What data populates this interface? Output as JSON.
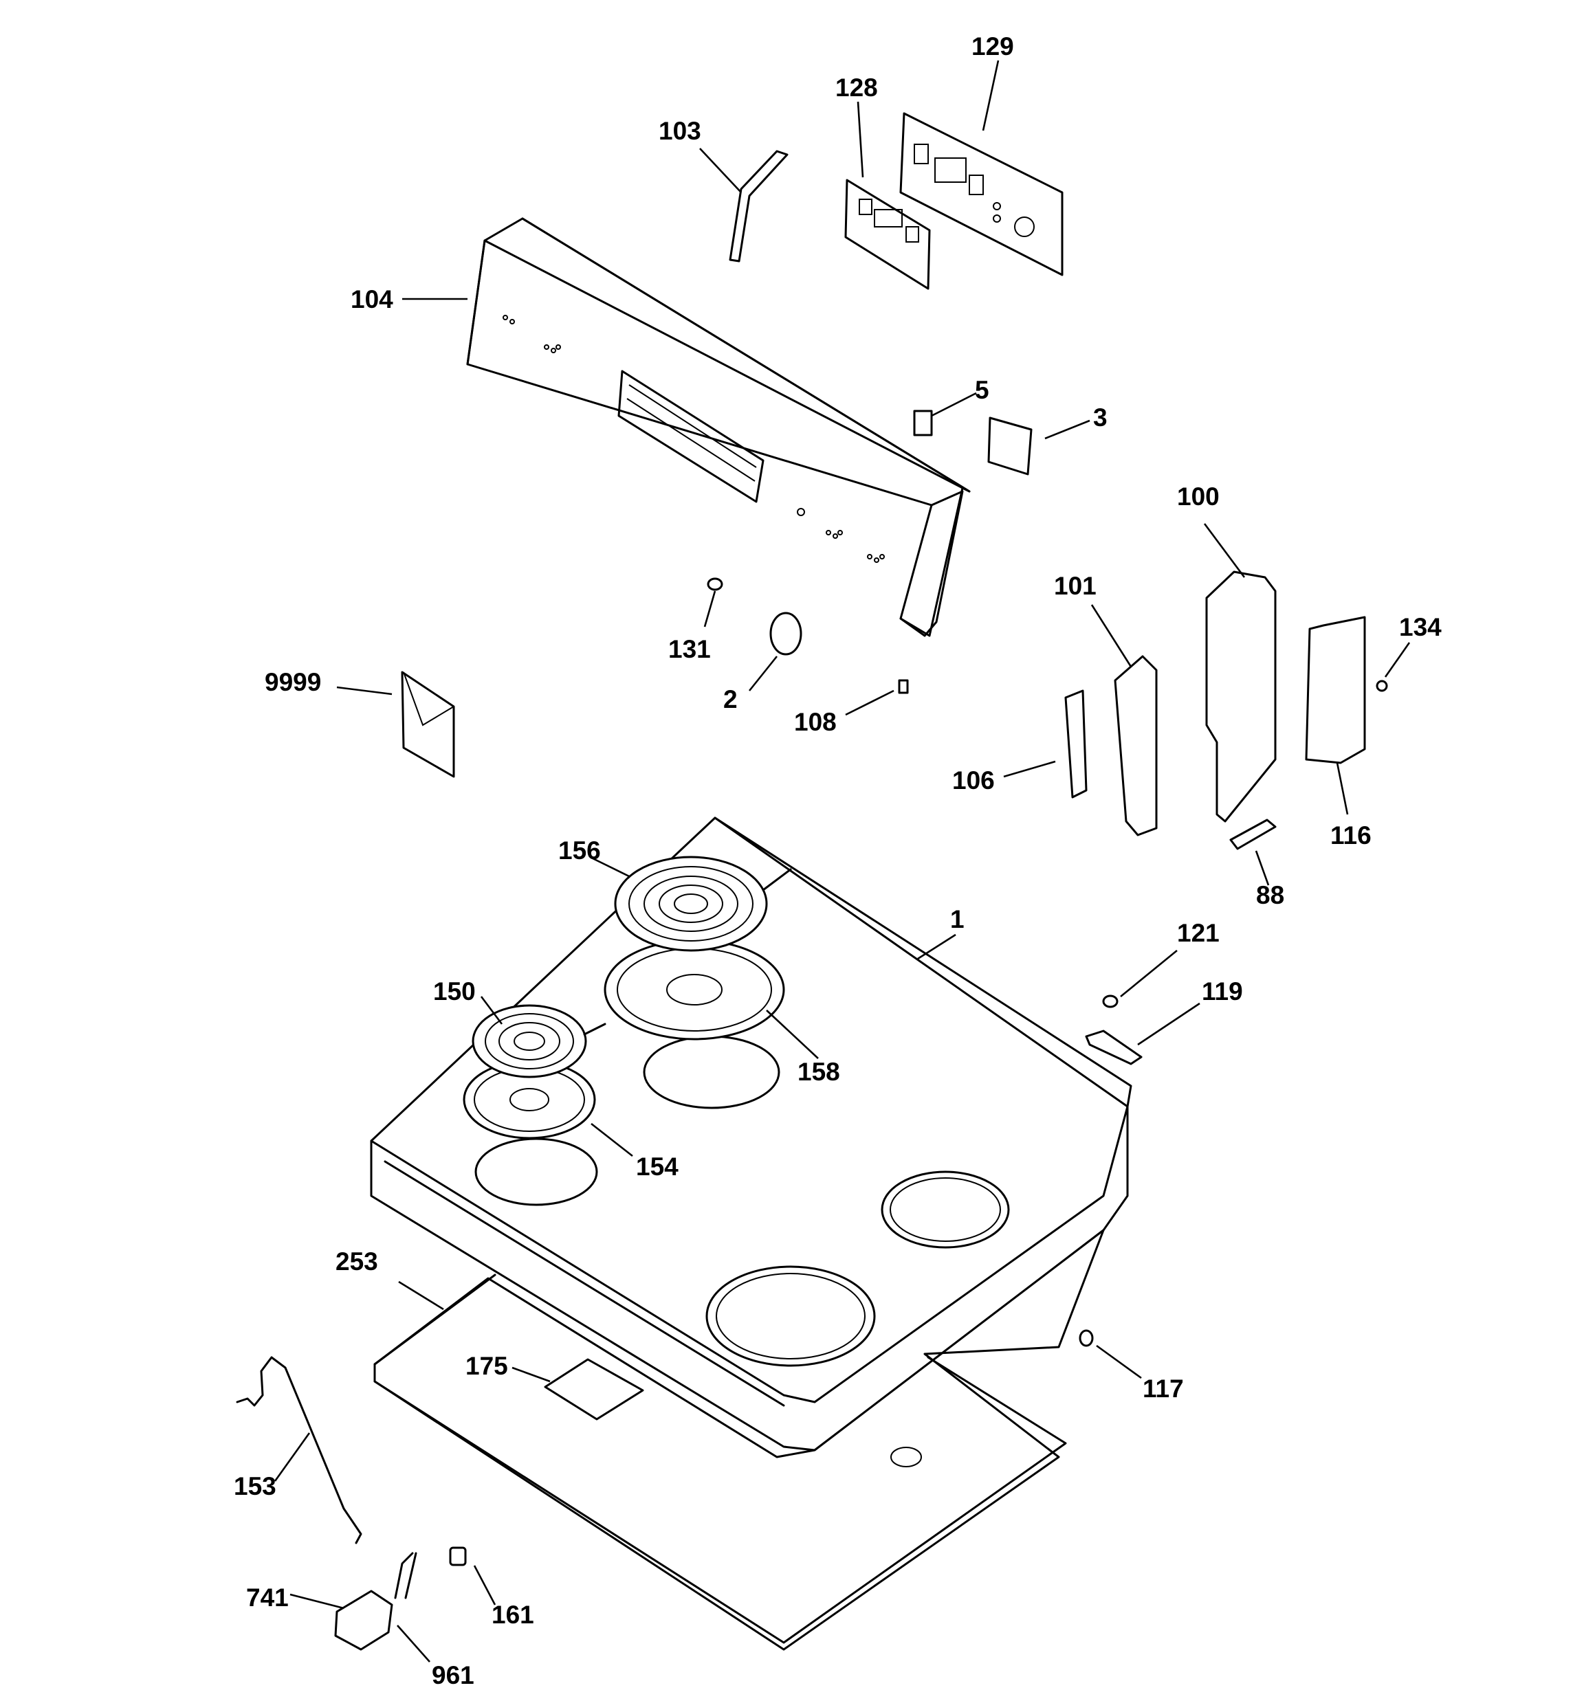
{
  "diagram": {
    "labels": {
      "p129": "129",
      "p128": "128",
      "p103": "103",
      "p104": "104",
      "p5": "5",
      "p3": "3",
      "p100": "100",
      "p101": "101",
      "p134": "134",
      "p131": "131",
      "p2": "2",
      "p108": "108",
      "p9999": "9999",
      "p106": "106",
      "p116": "116",
      "p88": "88",
      "p156": "156",
      "p1": "1",
      "p121": "121",
      "p119": "119",
      "p150": "150",
      "p158": "158",
      "p154": "154",
      "p253": "253",
      "p175": "175",
      "p117": "117",
      "p153": "153",
      "p161": "161",
      "p741": "741",
      "p961": "961"
    }
  }
}
